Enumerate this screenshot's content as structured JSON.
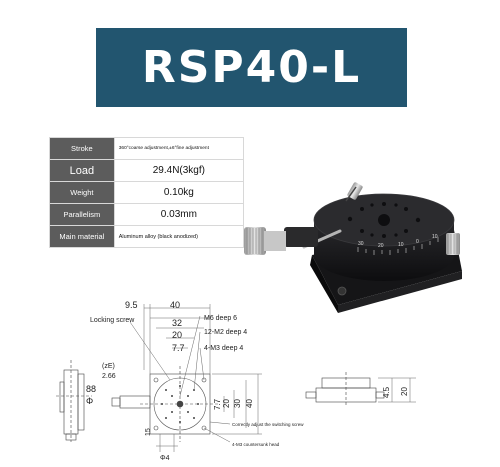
{
  "title": "RSP40-L",
  "specs": [
    {
      "label": "Stroke",
      "value": "360°coarse adjustment,±6°fine adjustment"
    },
    {
      "label": "Load",
      "value": "29.4N(3kgf)"
    },
    {
      "label": "Weight",
      "value": "0.10kg"
    },
    {
      "label": "Parallelism",
      "value": "0.03mm"
    },
    {
      "label": "Main material",
      "value": "Aluminum alloy (black anodized)"
    }
  ],
  "dial_numbers": [
    "30",
    "20",
    "10",
    "0",
    "10"
  ],
  "drawing": {
    "callouts": {
      "locking_screw": "Locking screw",
      "m6": "M6 deep 6",
      "m2": "12-M2 deep 4",
      "m3": "4-M3 deep 4",
      "switch": "Correctly adjust the switching screw",
      "countersunk": "4-M3 countersunk head"
    },
    "top_dims": [
      "9.5",
      "40",
      "32",
      "20",
      "7.7"
    ],
    "side_dims": [
      "40",
      "30",
      "20",
      "7.7"
    ],
    "left_dims": {
      "ze": "(zE)",
      "e266": "2.66",
      "d88": "88",
      "phi": "Φ"
    },
    "bottom_dims": {
      "d15": "15",
      "phi4": "Φ4"
    },
    "right_dims": [
      "4.5",
      "20"
    ],
    "colors": {
      "banner": "#22556f",
      "label_bg": "#5c5c5c",
      "stage_body": "#1c1c1e"
    }
  }
}
